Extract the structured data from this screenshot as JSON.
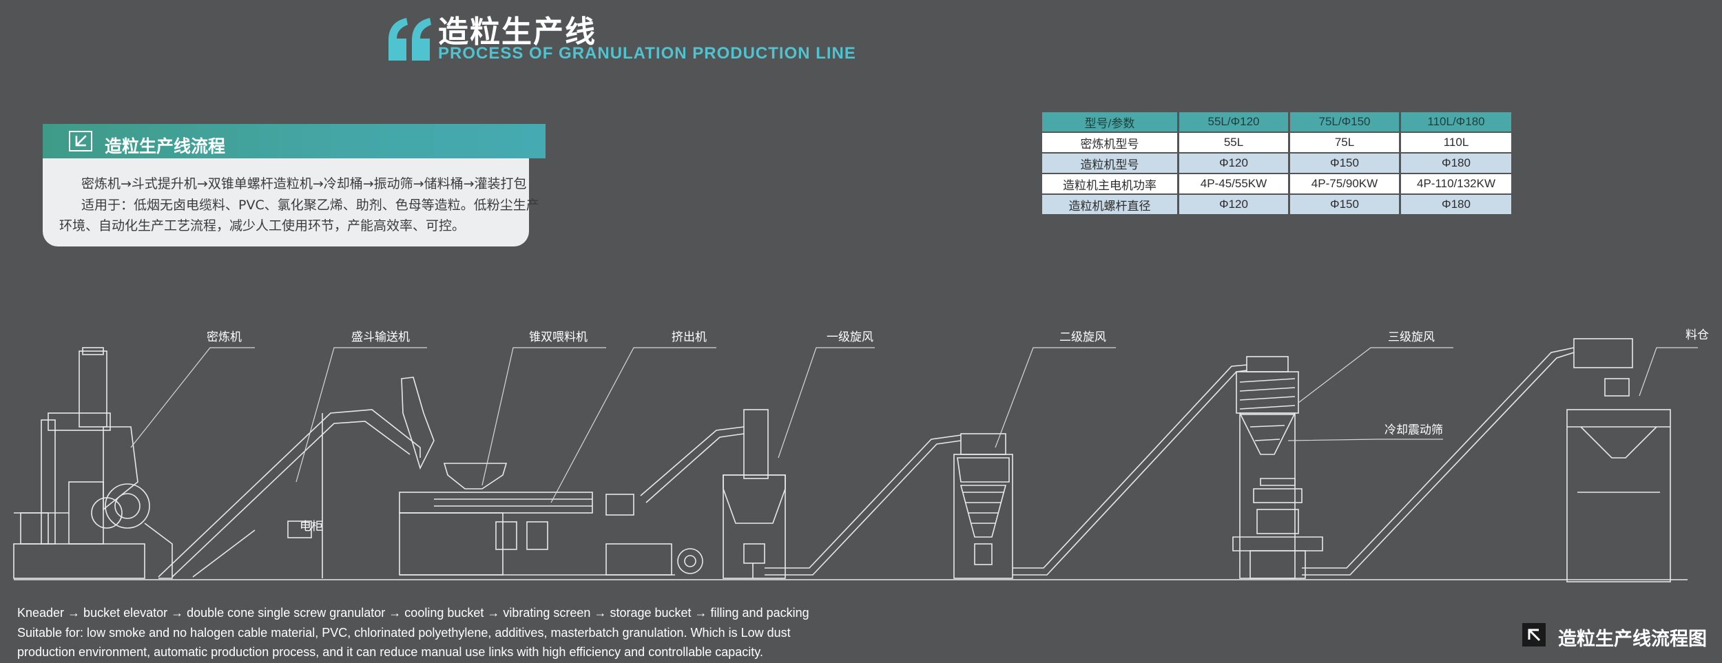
{
  "header": {
    "title_cn": "造粒生产线",
    "title_en": "PROCESS OF GRANULATION PRODUCTION LINE"
  },
  "card": {
    "title": "造粒生产线流程",
    "line1": "密炼机→斗式提升机→双锥单螺杆造粒机→冷却桶→振动筛→储料桶→灌装打包",
    "line2": "适用于：低烟无卤电缆料、PVC、氯化聚乙烯、助剂、色母等造粒。低粉尘生产",
    "line3": "环境、自动化生产工艺流程，减少人工使用环节，产能高效率、可控。"
  },
  "table": {
    "header": [
      "型号/参数",
      "55L/Φ120",
      "75L/Φ150",
      "110L/Φ180"
    ],
    "rows": [
      [
        "密炼机型号",
        "55L",
        "75L",
        "110L"
      ],
      [
        "造粒机型号",
        "Φ120",
        "Φ150",
        "Φ180"
      ],
      [
        "造粒机主电机功率",
        "4P-45/55KW",
        "4P-75/90KW",
        "4P-110/132KW"
      ],
      [
        "造粒机螺杆直径",
        "Φ120",
        "Φ150",
        "Φ180"
      ]
    ]
  },
  "diagram": {
    "labels": {
      "kneader": "密炼机",
      "elevator": "盛斗输送机",
      "feeder": "锥双喂料机",
      "extruder": "挤出机",
      "cyclone1": "一级旋风",
      "cyclone2": "二级旋风",
      "cyclone3": "三级旋风",
      "screen": "冷却震动筛",
      "silo": "料仓",
      "cabinet": "电柜"
    }
  },
  "footer": {
    "en_line1": "Kneader → bucket elevator → double cone single screw granulator → cooling bucket → vibrating screen → storage bucket → filling and packing",
    "en_line2": "Suitable for: low smoke and no halogen cable material, PVC, chlorinated polyethylene, additives, masterbatch granulation. Which is Low dust",
    "en_line3": "production environment, automatic production process, and it can reduce manual use links with high efficiency and controllable capacity.",
    "title": "造粒生产线流程图"
  },
  "colors": {
    "background": "#535456",
    "accent_teal": "#4fc3cf",
    "card_teal": "#44a6a6",
    "table_blue": "#c9dbe8"
  }
}
